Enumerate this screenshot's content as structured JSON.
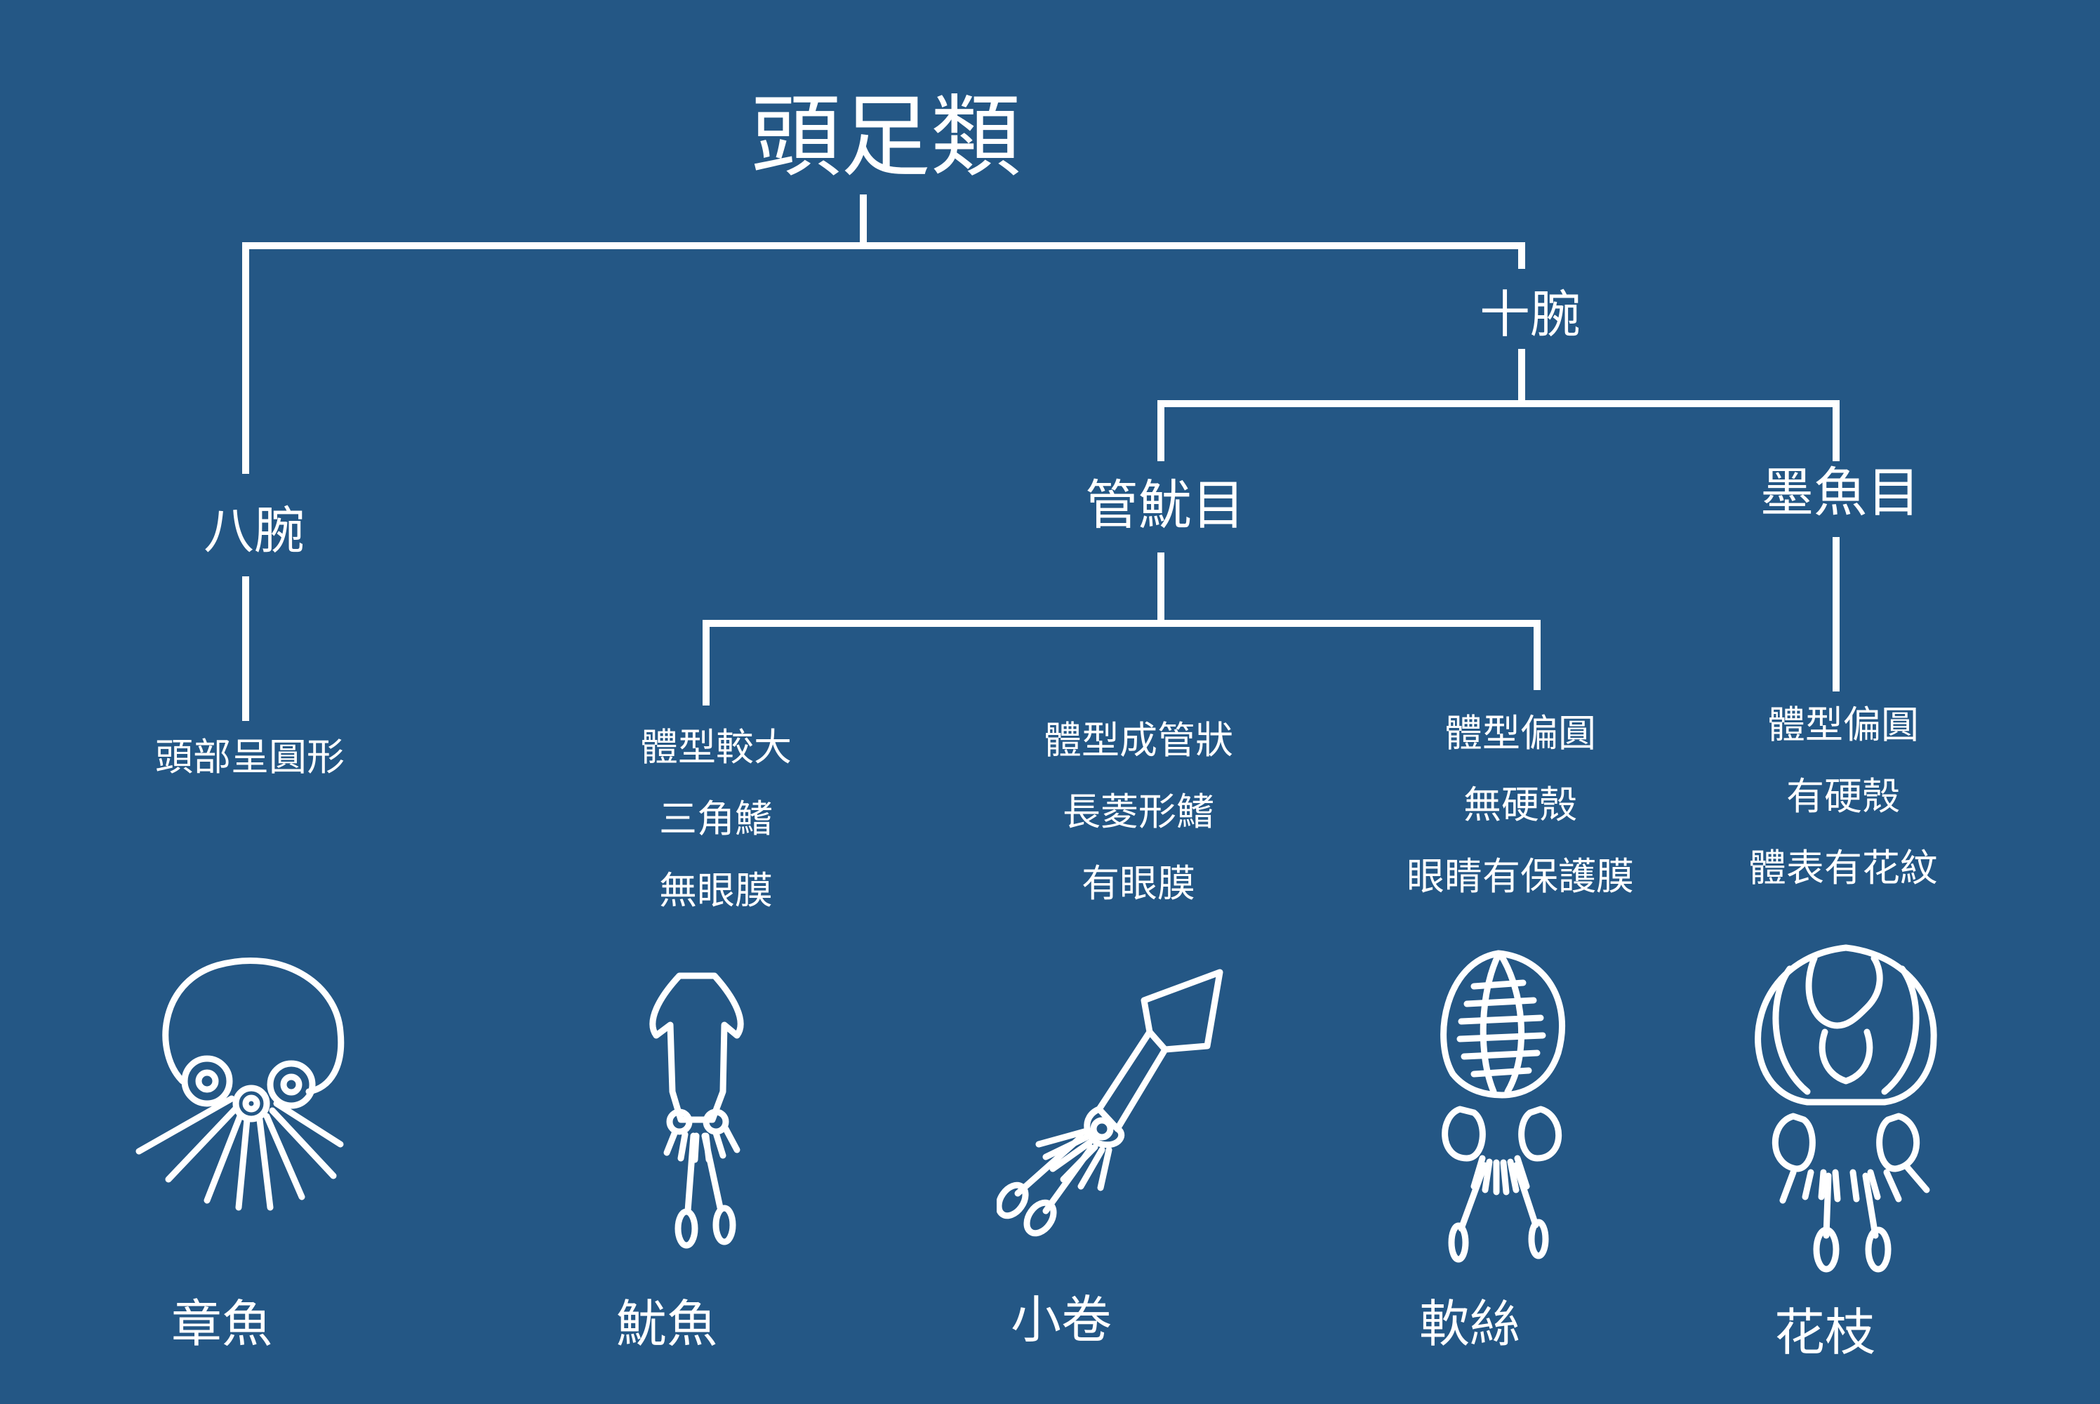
{
  "diagram": {
    "title": "頭足類",
    "branches": {
      "eight_arms": "八腕",
      "ten_arms": "十腕"
    },
    "orders": {
      "teuthida": "管魷目",
      "sepiida": "墨魚目"
    },
    "groups": [
      {
        "id": "octopus",
        "traits": [
          "頭部呈圓形"
        ],
        "animal": "章魚",
        "icon": "octopus-icon"
      },
      {
        "id": "squid",
        "traits": [
          "體型較大",
          "三角鰭",
          "無眼膜"
        ],
        "animal": "魷魚",
        "icon": "squid-icon"
      },
      {
        "id": "small-squid",
        "traits": [
          "體型成管狀",
          "長菱形鰭",
          "有眼膜"
        ],
        "animal": "小卷",
        "icon": "small-squid-icon"
      },
      {
        "id": "bigfin-squid",
        "traits": [
          "體型偏圓",
          "無硬殼",
          "眼睛有保護膜"
        ],
        "animal": "軟絲",
        "icon": "bigfin-squid-icon"
      },
      {
        "id": "cuttlefish",
        "traits": [
          "體型偏圓",
          "有硬殼",
          "體表有花紋"
        ],
        "animal": "花枝",
        "icon": "cuttlefish-icon"
      }
    ]
  },
  "colors": {
    "background": "#245785",
    "line": "#ffffff",
    "text": "#ffffff"
  }
}
